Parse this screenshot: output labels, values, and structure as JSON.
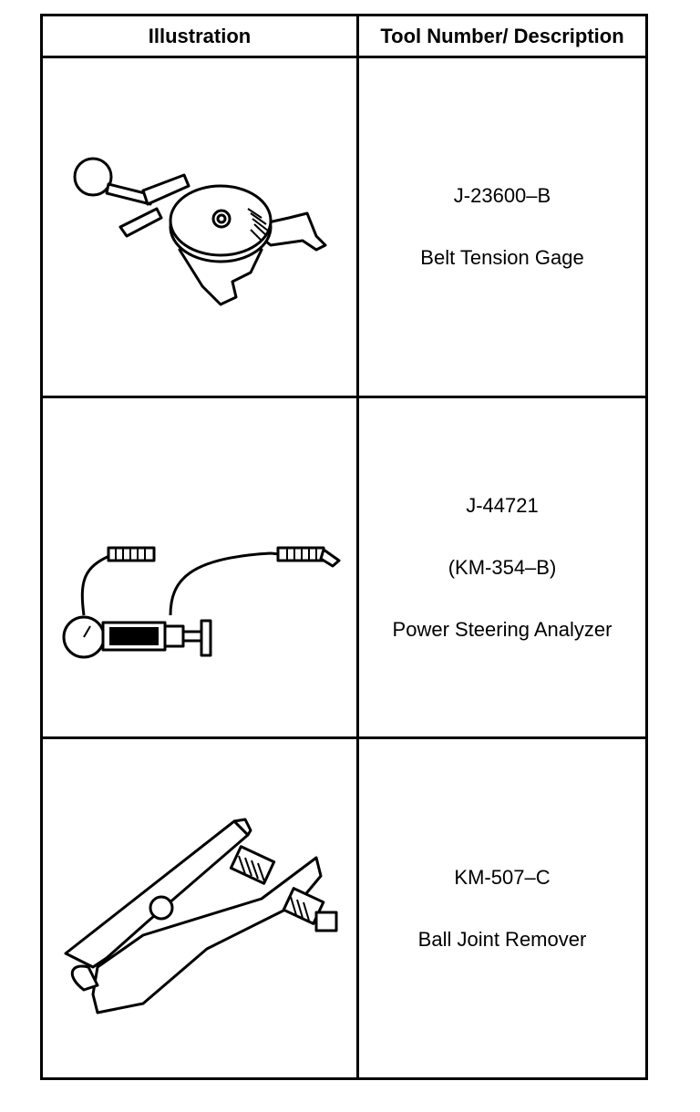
{
  "header": {
    "illustration": "Illustration",
    "tool_description": "Tool Number/ Description"
  },
  "rows": [
    {
      "lines": [
        "J-23600–B",
        "Belt Tension Gage"
      ],
      "icon": "belt-tension-gage-icon"
    },
    {
      "lines": [
        "J-44721",
        "(KM-354–B)",
        "Power Steering Analyzer"
      ],
      "icon": "power-steering-analyzer-icon"
    },
    {
      "lines": [
        "KM-507–C",
        "Ball Joint Remover"
      ],
      "icon": "ball-joint-remover-icon"
    }
  ]
}
